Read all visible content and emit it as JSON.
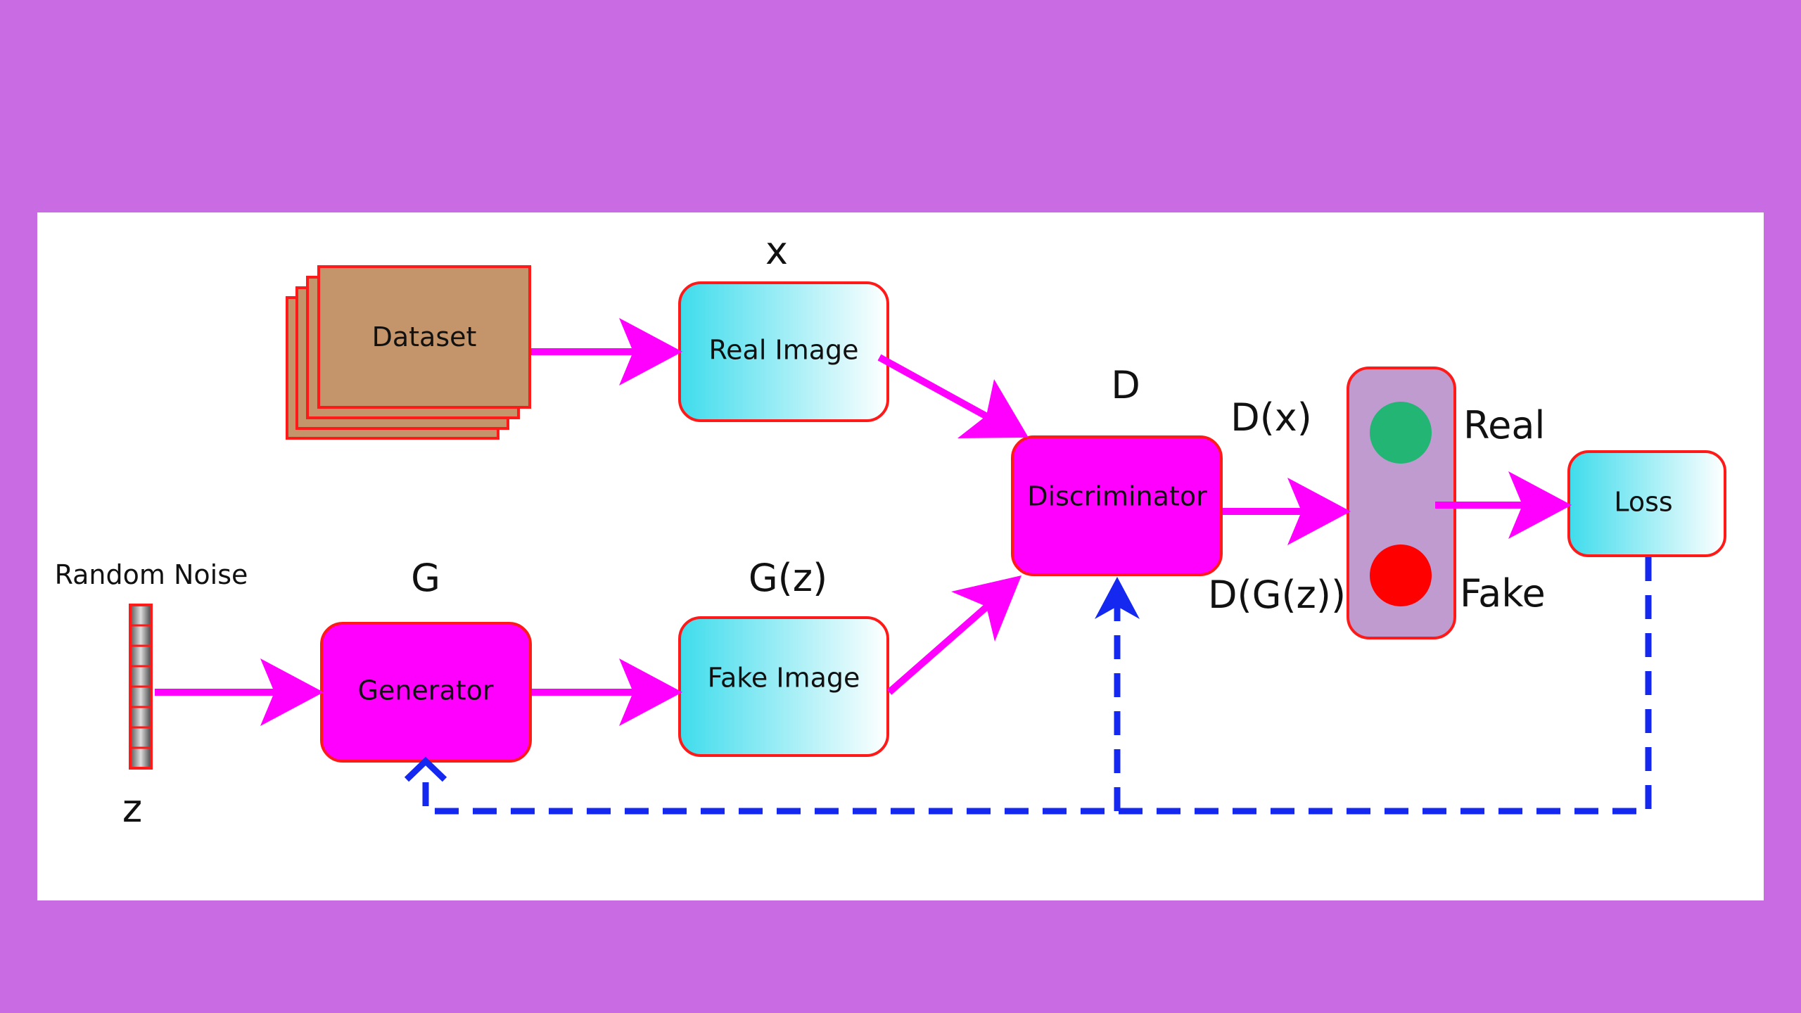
{
  "colors": {
    "background": "#c96be3",
    "canvas": "#ffffff",
    "flow_arrow": "#ff00ff",
    "feedback_arrow": "#1428f0",
    "node_border": "#ff1a1a",
    "dataset_fill": "#c4956a",
    "model_fill": "#ff00ff",
    "image_fill_start": "#3fdcec",
    "image_fill_end": "#ffffff",
    "output_panel_fill": "#bf9bcf",
    "real_indicator": "#22b573",
    "fake_indicator": "#ff0000"
  },
  "nodes": {
    "dataset": "Dataset",
    "real_image": "Real Image",
    "fake_image": "Fake Image",
    "generator": "Generator",
    "discriminator": "Discriminator",
    "loss": "Loss"
  },
  "labels": {
    "random_noise": "Random Noise",
    "z": "z",
    "x": "x",
    "g": "G",
    "g_of_z": "G(z)",
    "d": "D",
    "d_of_x": "D(x)",
    "d_of_g_of_z": "D(G(z))",
    "real": "Real",
    "fake": "Fake"
  }
}
